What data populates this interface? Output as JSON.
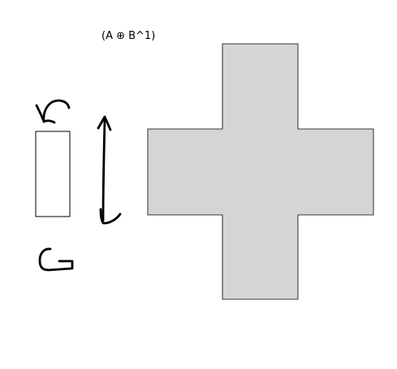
{
  "diagram": {
    "formula": "(A ⊕ B^1)",
    "colors": {
      "background": "#ffffff",
      "shape_fill": "#d4d5d7",
      "outline": "#000000"
    },
    "elements": [
      "rectangle",
      "rotate-counterclockwise-arrow",
      "vertical-double-arrow",
      "hook-arrow",
      "plus-shape"
    ]
  }
}
